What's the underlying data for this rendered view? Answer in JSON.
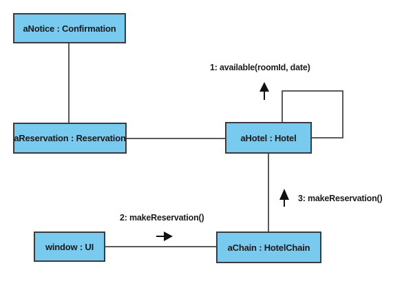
{
  "diagram": {
    "kind": "uml-communication-diagram",
    "colors": {
      "background": "#FFFFFF",
      "node_fill": "#79CAEF",
      "node_border": "#3A3A3C",
      "link": "#58595B",
      "arrow": "#111111",
      "text": "#1A1A1A"
    },
    "nodes": {
      "notice": {
        "label": "aNotice : Confirmation"
      },
      "reservation": {
        "label": "aReservation : Reservation"
      },
      "hotel": {
        "label": "aHotel : Hotel"
      },
      "window": {
        "label": "window : UI"
      },
      "chain": {
        "label": "aChain : HotelChain"
      }
    },
    "messages": {
      "m1": {
        "label": "1: available(roomId, date)",
        "direction": "up"
      },
      "m2": {
        "label": "2: makeReservation()",
        "direction": "right"
      },
      "m3": {
        "label": "3: makeReservation()",
        "direction": "up"
      }
    },
    "links": [
      {
        "from": "aNotice : Confirmation",
        "to": "aReservation : Reservation"
      },
      {
        "from": "aReservation : Reservation",
        "to": "aHotel : Hotel"
      },
      {
        "from": "aHotel : Hotel",
        "to": "aHotel : Hotel",
        "self": true
      },
      {
        "from": "window : UI",
        "to": "aChain : HotelChain"
      },
      {
        "from": "aChain : HotelChain",
        "to": "aHotel : Hotel"
      }
    ]
  }
}
